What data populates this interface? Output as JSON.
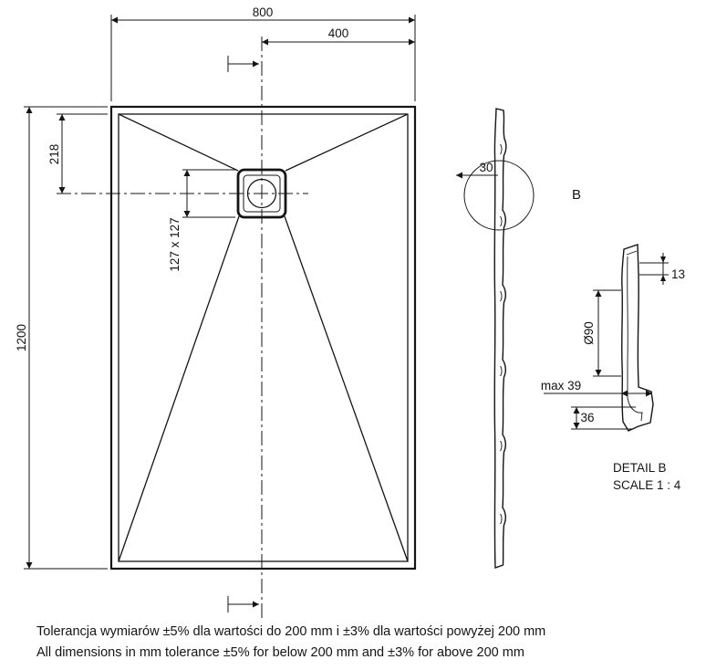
{
  "dimensions": {
    "width": "800",
    "half_width": "400",
    "top_offset": "218",
    "length": "1200",
    "drain_size": "127 x 127",
    "edge_thickness": "30"
  },
  "side": {
    "callout_label": "B"
  },
  "detail": {
    "title": "DETAIL B",
    "scale": "SCALE 1 : 4",
    "dim_13": "13",
    "dim_d90": "Ø90",
    "dim_max39": "max 39",
    "dim_36": "36"
  },
  "notes": {
    "pl": "Tolerancja wymiarów ±5% dla wartości do 200 mm i ±3% dla wartości powyżej 200 mm",
    "en": "All dimensions in mm tolerance ±5% for below 200 mm and ±3% for above 200 mm"
  }
}
